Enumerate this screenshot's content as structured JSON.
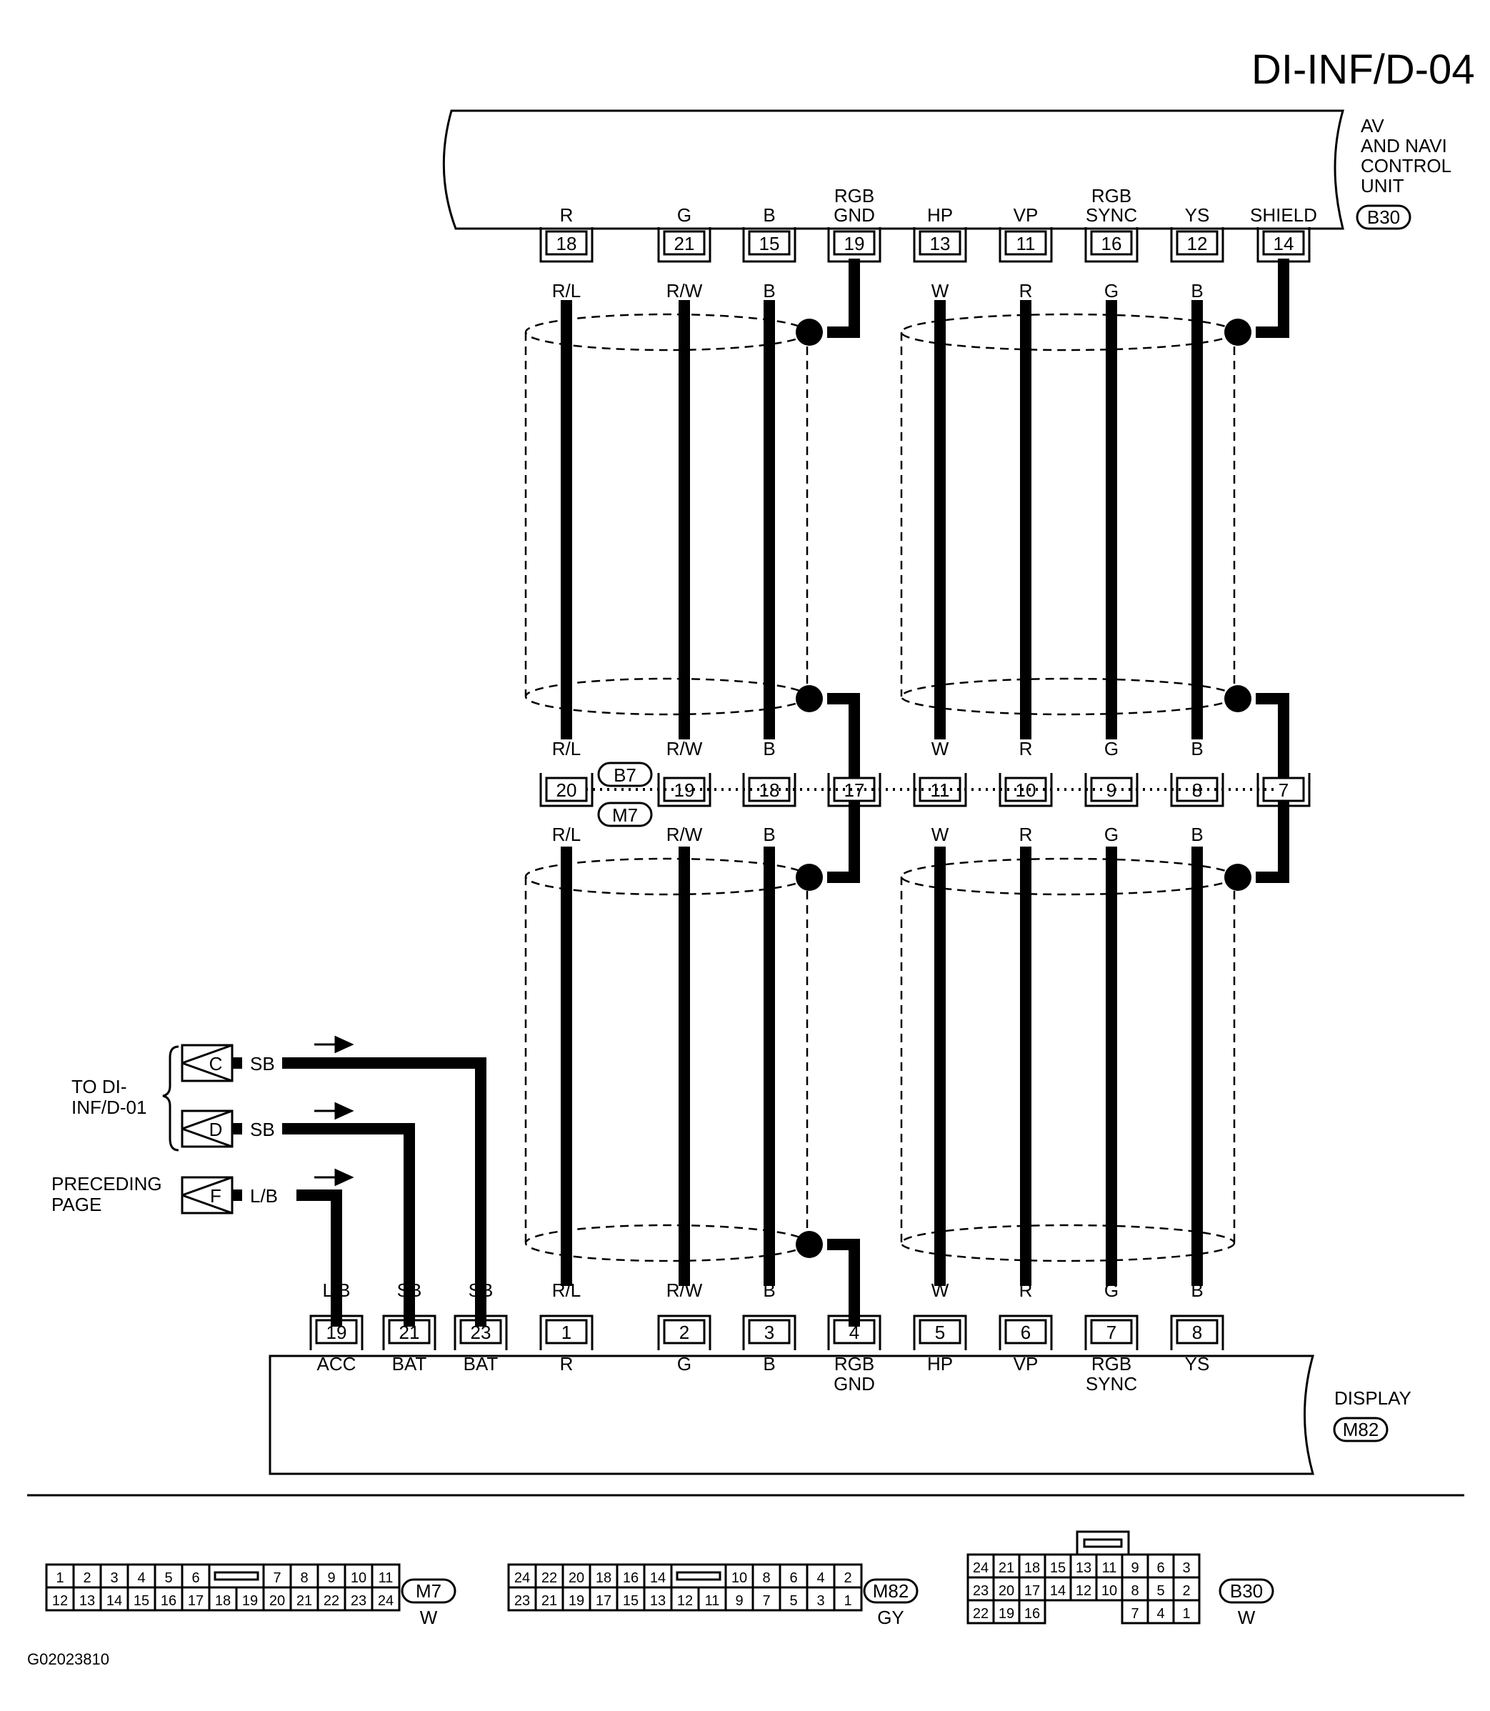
{
  "page_title": "DI-INF/D-04",
  "figure_id": "G02023810",
  "av_unit": {
    "label_lines": [
      "AV",
      "AND NAVI",
      "CONTROL",
      "UNIT"
    ],
    "connector": "B30"
  },
  "display_unit": {
    "label": "DISPLAY",
    "connector": "M82"
  },
  "joint": {
    "upper": "B7",
    "lower": "M7"
  },
  "top_pins": [
    {
      "name": [
        "R"
      ],
      "pin": "18",
      "wire": "R/L"
    },
    {
      "name": [
        "G"
      ],
      "pin": "21",
      "wire": "R/W"
    },
    {
      "name": [
        "B"
      ],
      "pin": "15",
      "wire": "B"
    },
    {
      "name": [
        "RGB",
        "GND"
      ],
      "pin": "19",
      "wire": ""
    },
    {
      "name": [
        "HP"
      ],
      "pin": "13",
      "wire": "W"
    },
    {
      "name": [
        "VP"
      ],
      "pin": "11",
      "wire": "R"
    },
    {
      "name": [
        "RGB",
        "SYNC"
      ],
      "pin": "16",
      "wire": "G"
    },
    {
      "name": [
        "YS"
      ],
      "pin": "12",
      "wire": "B"
    },
    {
      "name": [
        "SHIELD"
      ],
      "pin": "14",
      "wire": ""
    }
  ],
  "mid_pins": [
    {
      "pin": "20",
      "wire_up": "R/L",
      "wire_down": "R/L"
    },
    {
      "pin": "19",
      "wire_up": "R/W",
      "wire_down": "R/W"
    },
    {
      "pin": "18",
      "wire_up": "B",
      "wire_down": "B"
    },
    {
      "pin": "17",
      "wire_up": "",
      "wire_down": ""
    },
    {
      "pin": "11",
      "wire_up": "W",
      "wire_down": "W"
    },
    {
      "pin": "10",
      "wire_up": "R",
      "wire_down": "R"
    },
    {
      "pin": "9",
      "wire_up": "G",
      "wire_down": "G"
    },
    {
      "pin": "8",
      "wire_up": "B",
      "wire_down": "B"
    },
    {
      "pin": "7",
      "wire_up": "",
      "wire_down": ""
    }
  ],
  "bottom_pins": [
    {
      "name": [
        "ACC"
      ],
      "pin": "19",
      "wire": "L/B"
    },
    {
      "name": [
        "BAT"
      ],
      "pin": "21",
      "wire": "SB"
    },
    {
      "name": [
        "BAT"
      ],
      "pin": "23",
      "wire": "SB"
    },
    {
      "name": [
        "R"
      ],
      "pin": "1",
      "wire": "R/L"
    },
    {
      "name": [
        "G"
      ],
      "pin": "2",
      "wire": "R/W"
    },
    {
      "name": [
        "B"
      ],
      "pin": "3",
      "wire": "B"
    },
    {
      "name": [
        "RGB",
        "GND"
      ],
      "pin": "4",
      "wire": ""
    },
    {
      "name": [
        "HP"
      ],
      "pin": "5",
      "wire": "W"
    },
    {
      "name": [
        "VP"
      ],
      "pin": "6",
      "wire": "R"
    },
    {
      "name": [
        "RGB",
        "SYNC"
      ],
      "pin": "7",
      "wire": "G"
    },
    {
      "name": [
        "YS"
      ],
      "pin": "8",
      "wire": "B"
    }
  ],
  "side_inputs": [
    {
      "letter": "C",
      "wire": "SB"
    },
    {
      "letter": "D",
      "wire": "SB"
    },
    {
      "letter": "F",
      "wire": "L/B"
    }
  ],
  "side_labels": {
    "to_lines": [
      "TO DI-",
      "INF/D-01"
    ],
    "preceding_lines": [
      "PRECEDING",
      "PAGE"
    ]
  },
  "connector_faces": {
    "m7": {
      "id": "M7",
      "color": "W",
      "top": [
        "1",
        "2",
        "3",
        "4",
        "5",
        "6",
        "",
        "7",
        "8",
        "9",
        "10",
        "11"
      ],
      "bottom": [
        "12",
        "13",
        "14",
        "15",
        "16",
        "17",
        "18",
        "19",
        "20",
        "21",
        "22",
        "23",
        "24"
      ]
    },
    "m82": {
      "id": "M82",
      "color": "GY",
      "top": [
        "24",
        "22",
        "20",
        "18",
        "16",
        "14",
        "",
        "10",
        "8",
        "6",
        "4",
        "2"
      ],
      "bottom": [
        "23",
        "21",
        "19",
        "17",
        "15",
        "13",
        "12",
        "11",
        "9",
        "7",
        "5",
        "3",
        "1"
      ]
    },
    "b30": {
      "id": "B30",
      "color": "W",
      "row1": [
        "24",
        "21",
        "18",
        "15",
        "13",
        "11",
        "9",
        "6",
        "3"
      ],
      "row2": [
        "23",
        "20",
        "17",
        "14",
        "12",
        "10",
        "8",
        "5",
        "2"
      ],
      "row3": [
        "22",
        "19",
        "16",
        "",
        "",
        "",
        "7",
        "4",
        "1"
      ]
    }
  }
}
